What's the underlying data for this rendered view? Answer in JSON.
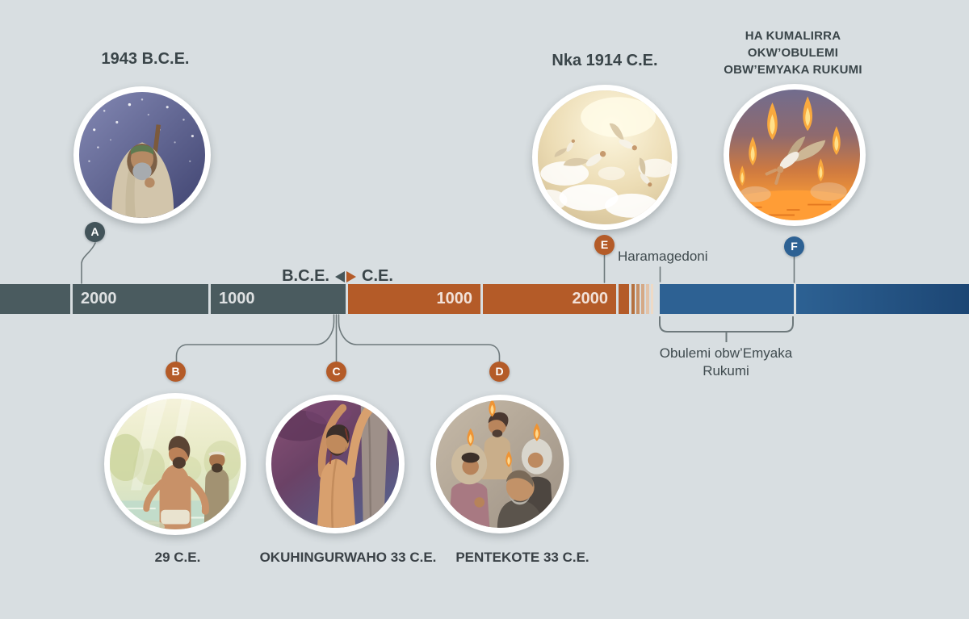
{
  "colors": {
    "background": "#d8dee1",
    "slate_segment": "#4a5b5f",
    "orange_segment": "#b45b28",
    "blue_segment": "#2d6193",
    "blue_segment_dark_end": "#1c4674",
    "connector_line": "#6e797c",
    "heading_text": "#3a4549",
    "bar_number_text": "#e9edec"
  },
  "headings": {
    "a": "1943 B.C.E.",
    "e": "Nka 1914 C.E.",
    "f_lines": [
      "HA KUMALIRRA",
      "OKW’OBULEMI",
      "OBW’EMYAKA RUKUMI"
    ]
  },
  "era": {
    "bce": "B.C.E.",
    "ce": "C.E."
  },
  "timeline": {
    "bce_numbers": [
      "2000",
      "1000"
    ],
    "ce_numbers": [
      "1000",
      "2000"
    ]
  },
  "markers": {
    "a": "A",
    "b": "B",
    "c": "C",
    "d": "D",
    "e": "E",
    "f": "F"
  },
  "annotations": {
    "haramagedoni": "Haramagedoni",
    "millennium": [
      "Obulemi obw’Emyaka",
      "Rukumi"
    ]
  },
  "captions": {
    "b": "29 C.E.",
    "c": "OKUHINGURWAHO 33 C.E.",
    "d": "PENTEKOTE 33 C.E."
  },
  "images": {
    "a": "abraham-under-starry-sky",
    "b": "jesus-baptism",
    "c": "jesus-on-stake",
    "d": "pentecost-disciples-with-flames",
    "e": "angels-hurled-to-earth-1914",
    "f": "satan-and-demons-into-fire"
  }
}
